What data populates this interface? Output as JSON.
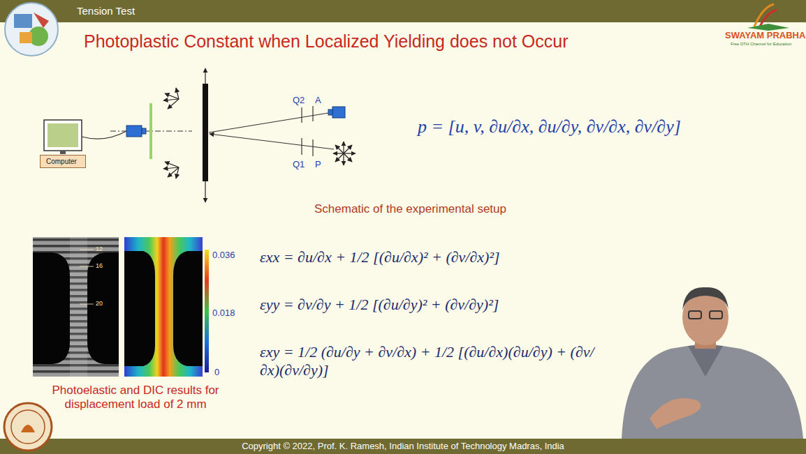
{
  "diagram": {
    "title": "Photoplastic Constant when Localized Yielding does not Occur",
    "caption": "Schematic of the experimental setup",
    "nodes": [
      {
        "text": [
          "Computer"
        ]
      }
    ],
    "labels": [
      "Tension Test",
      "SWAYAM PRABHA",
      "Free DTH Channel for Education",
      "Q2",
      "A",
      "Q1",
      "P",
      "p = [u, v, ∂u/∂x, ∂u/∂y, ∂v/∂x, ∂v/∂y]",
      "12",
      "16",
      "20",
      "0.036",
      "0.018",
      "0",
      "εxx = ∂u/∂x + 1/2 [(∂u/∂x)² + (∂v/∂x)²]",
      "εyy = ∂v/∂y + 1/2 [(∂u/∂y)² + (∂v/∂y)²]",
      "εxy = 1/2 (∂u/∂y + ∂v/∂x) + 1/2 [(∂u/∂x)(∂u/∂y) + (∂v/∂x)(∂v/∂y)]",
      "Photoelastic and DIC results for displacement load of 2 mm",
      "Copyright © 2022, Prof. K. Ramesh, Indian Institute of Technology Madras, India"
    ]
  }
}
